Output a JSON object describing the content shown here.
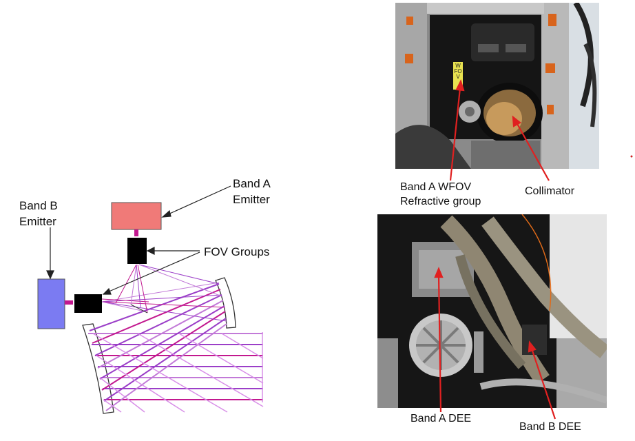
{
  "diagram": {
    "labels": {
      "band_a_emitter": [
        "Band A",
        "Emitter"
      ],
      "band_b_emitter": [
        "Band B",
        "Emitter"
      ],
      "fov_groups": "FOV Groups"
    },
    "colors": {
      "band_a_emitter": "#f07a78",
      "band_b_emitter": "#7b7bf2",
      "fov_group": "#000000",
      "rays_magenta": "#c2188f",
      "rays_violet": "#9b3fc8",
      "rays_light": "#d890e8"
    }
  },
  "photo_top": {
    "labels": {
      "wfov": [
        "Band A WFOV",
        "Refractive group"
      ],
      "collimator": "Collimator",
      "lens_tag": "WFOV"
    }
  },
  "photo_bottom": {
    "labels": {
      "band_a_dee": "Band A DEE",
      "band_b_dee": "Band B DEE"
    }
  },
  "annotation_color": "#e02020"
}
